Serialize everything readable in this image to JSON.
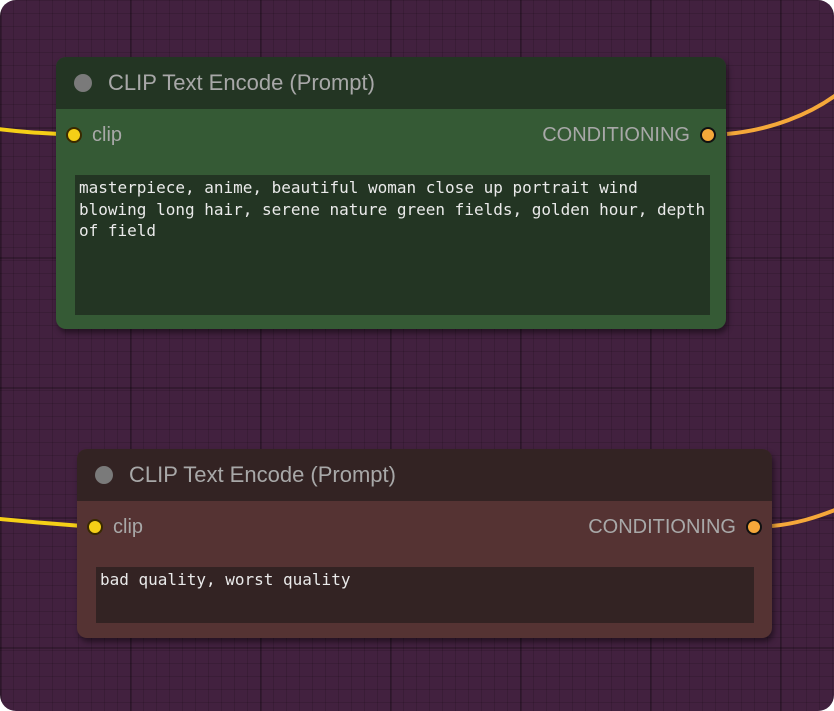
{
  "canvas": {
    "background": "#42213f",
    "wires": [
      {
        "from": "offscreen-left",
        "to": "node1.clip",
        "color": "#f5cf17"
      },
      {
        "from": "node1.CONDITIONING",
        "to": "offscreen-right",
        "color": "#f5a83a"
      },
      {
        "from": "offscreen-left",
        "to": "node2.clip",
        "color": "#f5cf17"
      },
      {
        "from": "node2.CONDITIONING",
        "to": "offscreen-right",
        "color": "#f5a83a"
      }
    ]
  },
  "nodes": [
    {
      "title": "CLIP Text Encode (Prompt)",
      "color": "#355a35",
      "title_color": "#233523",
      "input": {
        "label": "clip",
        "color": "#f5cf17"
      },
      "output": {
        "label": "CONDITIONING",
        "color": "#f5a83a"
      },
      "text": "masterpiece, anime, beautiful woman close up portrait wind blowing long hair, serene nature green fields, golden hour, depth of field"
    },
    {
      "title": "CLIP Text Encode (Prompt)",
      "color": "#553333",
      "title_color": "#332323",
      "input": {
        "label": "clip",
        "color": "#f5cf17"
      },
      "output": {
        "label": "CONDITIONING",
        "color": "#f5a83a"
      },
      "text": "bad quality, worst quality"
    }
  ]
}
